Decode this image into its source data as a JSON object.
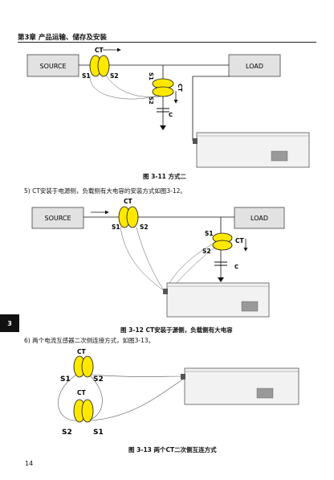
{
  "header": {
    "chapter_title": "第3章 产品运输、储存及安装"
  },
  "figure1": {
    "source": "SOURCE",
    "load": "LOAD",
    "ct": "CT",
    "s1": "S1",
    "s2": "S2",
    "ct2": "CT",
    "s1b": "S1",
    "s2b": "S2",
    "c": "C",
    "caption": "图 3-11 方式二"
  },
  "para1": "5) CT安装于电源侧，负载侧有大电容的安装方式如图3-12。",
  "figure2": {
    "source": "SOURCE",
    "load": "LOAD",
    "ct": "CT",
    "s1": "S1",
    "s2": "S2",
    "ct2": "CT",
    "s1b": "S1",
    "s2b": "S2",
    "c": "C",
    "caption": "图 3-12 CT安装于源侧，负载侧有大电容"
  },
  "para2": "6) 两个电流互感器二次侧连接方式，如图3-13。",
  "figure3": {
    "ct_top": "CT",
    "s1_top": "S1",
    "s2_top": "S2",
    "ct_bot": "CT",
    "s2_bot": "S2",
    "s1_bot": "S1",
    "caption": "图 3-13 两个CT二次侧互连方式"
  },
  "side_tab": "3",
  "page_number": "14"
}
